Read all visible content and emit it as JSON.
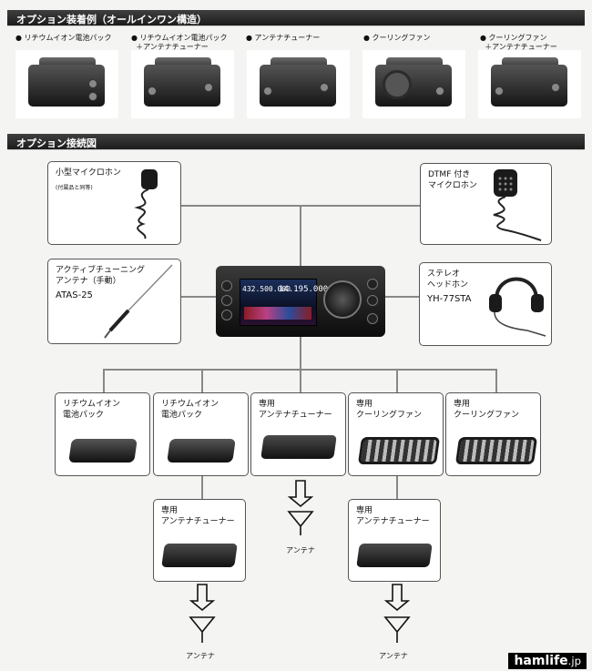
{
  "header1": "オプション装着例（オールインワン構造）",
  "header2": "オプション接続図",
  "options": [
    {
      "label": "● リチウムイオン電池パック"
    },
    {
      "label": "● リチウムイオン電池パック\n  ＋アンテナチューナー"
    },
    {
      "label": "● アンテナチューナー"
    },
    {
      "label": "● クーリングファン"
    },
    {
      "label": "● クーリングファン\n  ＋アンテナチューナー"
    }
  ],
  "mic": {
    "title": "小型マイクロホン",
    "note": "(付属品と同等)"
  },
  "dtmf": {
    "title": "DTMF 付き\nマイクロホン"
  },
  "atas": {
    "title": "アクティブチューニング\nアンテナ（手動）",
    "model": "ATAS-25"
  },
  "headphone": {
    "title": "ステレオ\nヘッドホン",
    "model": "YH-77STA"
  },
  "radio": {
    "freq1": "432.500.000",
    "freq2": "14.195.000"
  },
  "bottom": [
    {
      "label": "リチウムイオン\n電池パック"
    },
    {
      "label": "リチウムイオン\n電池パック"
    },
    {
      "label": "専用\nアンテナチューナー"
    },
    {
      "label": "専用\nクーリングファン"
    },
    {
      "label": "専用\nクーリングファン"
    }
  ],
  "sub": [
    {
      "label": "専用\nアンテナチューナー"
    },
    {
      "label": "専用\nアンテナチューナー"
    }
  ],
  "antenna_label": "アンテナ",
  "watermark": {
    "brand": "hamlife",
    "tld": ".jp"
  }
}
